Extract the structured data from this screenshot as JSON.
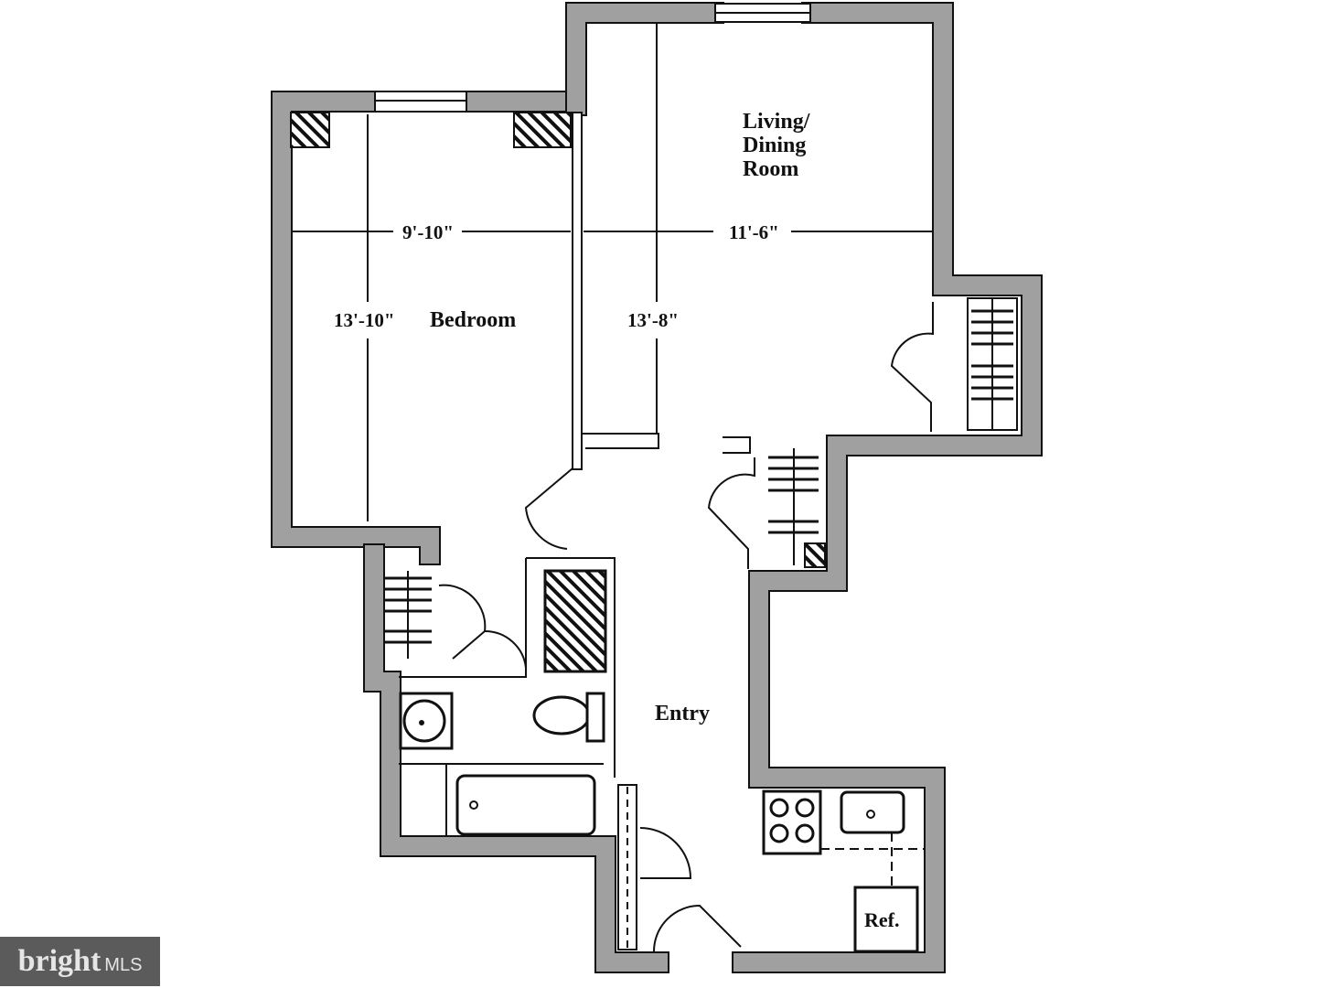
{
  "rooms": {
    "living": [
      "Living/",
      "Dining",
      "Room"
    ],
    "bedroom": "Bedroom",
    "entry": "Entry",
    "refrigerator": "Ref."
  },
  "dimensions": {
    "bedroom_width": "9'-10\"",
    "bedroom_length": "13'-10\"",
    "living_width": "11'-6\"",
    "living_length": "13'-8\""
  },
  "logo": {
    "brand": "bright",
    "suffix": "MLS"
  },
  "colors": {
    "wall": "#a0a0a0",
    "line": "#111111"
  }
}
